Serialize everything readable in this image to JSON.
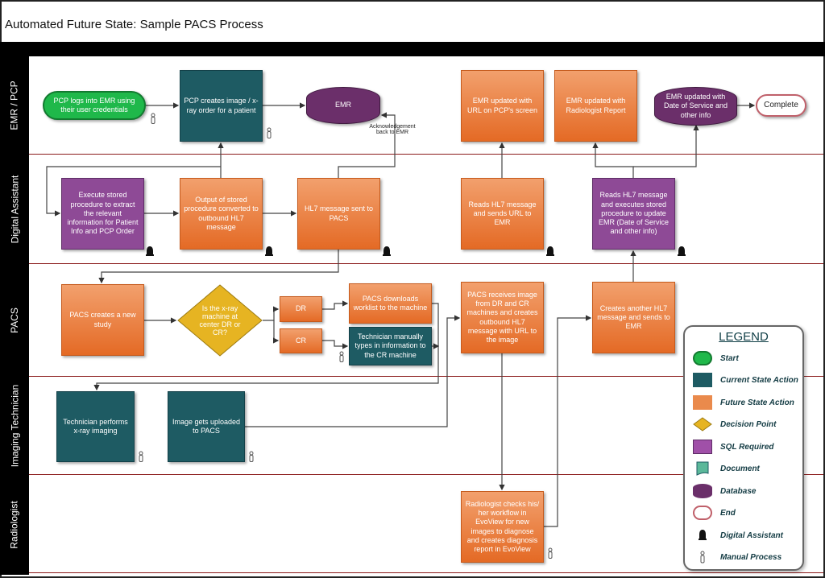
{
  "title": "Automated Future State: Sample PACS Process",
  "lanes": [
    "EMR / PCP",
    "Digital Assistant",
    "PACS",
    "Imaging Technician",
    "Radiologist"
  ],
  "nodes": {
    "start": "PCP logs into EMR using their user credentials",
    "pcp_order": "PCP creates image / x-ray order for a patient",
    "emr_db": "EMR",
    "ack": "Acknowledgement back to EMR",
    "emr_url": "EMR updated with URL on PCP's screen",
    "emr_report": "EMR updated with Radiologist Report",
    "emr_dos": "EMR updated with Date of Service and other info",
    "complete": "Complete",
    "execute": "Execute stored procedure to extract the relevant information for Patient Info and PCP Order",
    "output": "Output of stored procedure converted to outbound HL7 message",
    "hl7_sent": "HL7 message sent to PACS",
    "reads_url": "Reads HL7 message and sends URL to EMR",
    "reads_exec": "Reads HL7 message and executes stored procedure to update EMR (Date of Service and other info)",
    "pacs_study": "PACS creates a new study",
    "decision": "Is the x-ray machine at center DR or CR?",
    "dr": "DR",
    "cr": "CR",
    "pacs_download": "PACS downloads worklist to the machine",
    "tech_types": "Technician manually types in information to the CR machine",
    "pacs_receives": "PACS receives image from DR and CR machines and creates outbound HL7 message with URL to the image",
    "creates_another": "Creates another HL7 message and sends to EMR",
    "tech_performs": "Technician performs x-ray imaging",
    "image_upload": "Image gets uploaded to PACS",
    "radiologist": "Radiologist checks his/ her workflow in EvoView for new images to diagnose and creates diagnosis report in EvoView"
  },
  "legend": {
    "title": "LEGEND",
    "items": [
      "Start",
      "Current State Action",
      "Future State Action",
      "Decision Point",
      "SQL Required",
      "Document",
      "Database",
      "End",
      "Digital Assistant",
      "Manual Process"
    ]
  },
  "colors": {
    "teal": "#1e5b63",
    "orange": "#e97a37",
    "purple": "#8e4a96",
    "green": "#1fb84a",
    "gold": "#e6b422",
    "db": "#6b2f6a"
  }
}
